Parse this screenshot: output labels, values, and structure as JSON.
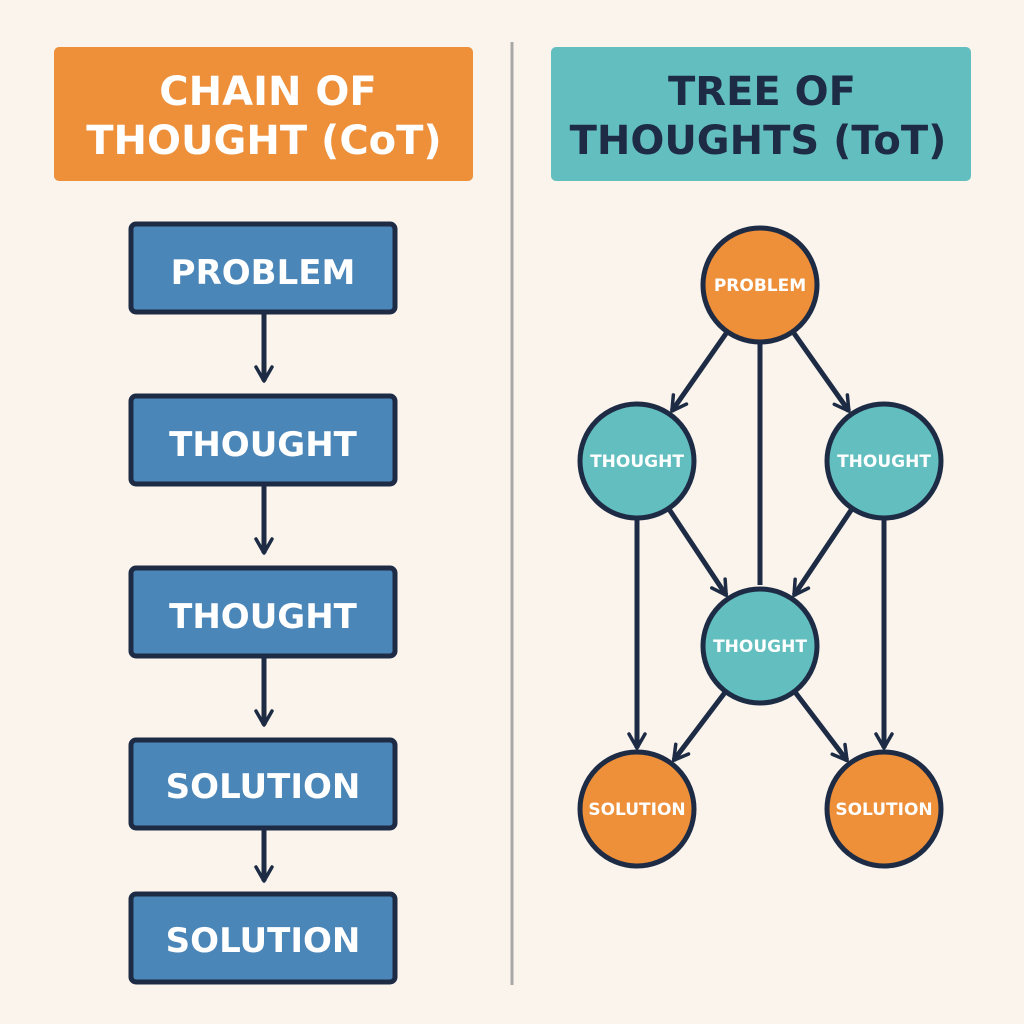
{
  "colors": {
    "background": "#faf4ec",
    "orange": "#ee8f3a",
    "teal": "#63bfbf",
    "blue": "#4a86b8",
    "navy": "#1d2b45",
    "divider": "#a8a8a8"
  },
  "cot": {
    "title_line1": "CHAIN OF",
    "title_line2": "THOUGHT (CoT)",
    "steps": [
      "PROBLEM",
      "THOUGHT",
      "THOUGHT",
      "SOLUTION",
      "SOLUTION"
    ]
  },
  "tot": {
    "title_line1": "TREE OF",
    "title_line2": "THOUGHTS (ToT)",
    "nodes": {
      "problem": "PROBLEM",
      "thought_left": "THOUGHT",
      "thought_right": "THOUGHT",
      "thought_center": "THOUGHT",
      "solution_left": "SOLUTION",
      "solution_right": "SOLUTION"
    },
    "edges": [
      [
        "problem",
        "thought_left"
      ],
      [
        "problem",
        "thought_right"
      ],
      [
        "problem",
        "thought_center"
      ],
      [
        "thought_left",
        "thought_center"
      ],
      [
        "thought_right",
        "thought_center"
      ],
      [
        "thought_left",
        "solution_left"
      ],
      [
        "thought_right",
        "solution_right"
      ],
      [
        "thought_center",
        "solution_left"
      ],
      [
        "thought_center",
        "solution_right"
      ]
    ]
  }
}
